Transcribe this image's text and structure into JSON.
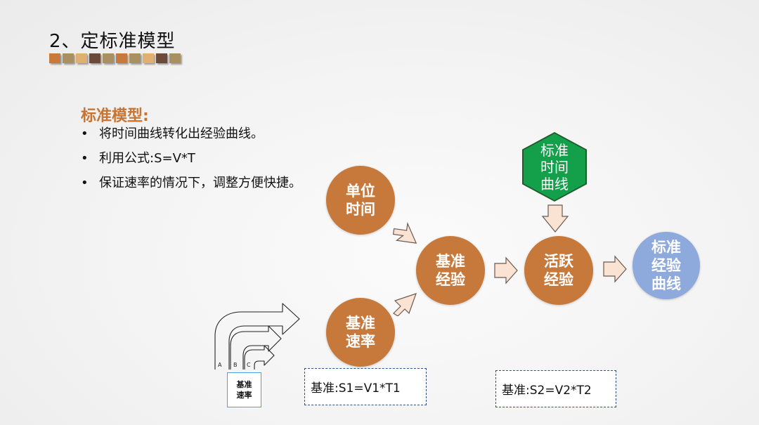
{
  "title": "2、定标准模型",
  "swatch_colors": [
    "#c87a3c",
    "#a89060",
    "#e0b070",
    "#6b4a3a",
    "#a89060",
    "#c87a3c",
    "#a89060",
    "#e0b070",
    "#6b4a3a",
    "#a89060"
  ],
  "heading": {
    "text": "标准模型:",
    "color": "#c87533"
  },
  "bullets": [
    {
      "dot": "•",
      "text": "将时间曲线转化出经验曲线。"
    },
    {
      "dot": "•",
      "text": "利用公式:S=V*T"
    },
    {
      "dot": "•",
      "text": "保证速率的情况下，调整方便快捷。"
    }
  ],
  "flow": {
    "unit_time": "单位时间",
    "base_rate": "基准速率",
    "base_exp": "基准经验",
    "active_exp": "活跃经验",
    "std_exp_curve": "标准经验曲线",
    "std_time_curve": "标准时间曲线"
  },
  "colors": {
    "orange": "#c7793b",
    "blue": "#8ea9dc",
    "green": "#14a04a",
    "arrow_fill": "#fbe3d4",
    "arrow_stroke": "#6a5a52"
  },
  "formulas": {
    "f1": "基准:S1=V1*T1",
    "f2": "基准:S2=V2*T2"
  },
  "sketch": {
    "label": "基准速率",
    "letters": [
      "A",
      "B",
      "C"
    ]
  }
}
